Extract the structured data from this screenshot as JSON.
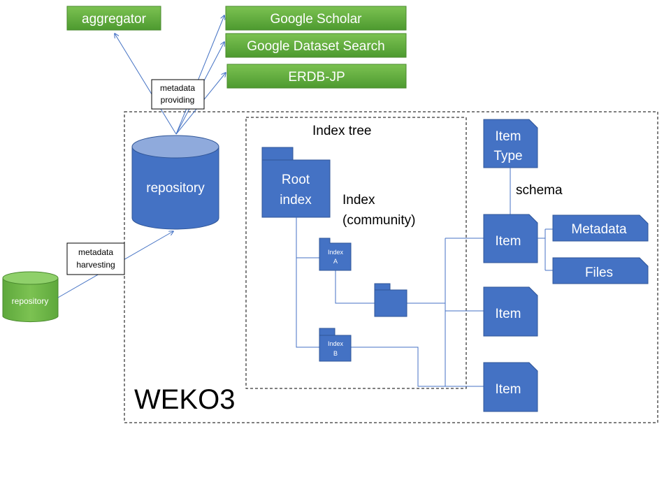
{
  "targets": {
    "aggregator": "aggregator",
    "google_scholar": "Google Scholar",
    "google_dataset_search": "Google Dataset Search",
    "erdb_jp": "ERDB-JP"
  },
  "labels": {
    "metadata_providing_1": "metadata",
    "metadata_providing_2": "providing",
    "metadata_harvesting_1": "metadata",
    "metadata_harvesting_2": "harvesting"
  },
  "repositories": {
    "main": "repository",
    "external": "repository"
  },
  "system": {
    "name": "WEKO3"
  },
  "index_tree": {
    "title": "Index tree",
    "root_line1": "Root",
    "root_line2": "index",
    "community_line1": "Index",
    "community_line2": "(community)",
    "index_a_line1": "Index",
    "index_a_line2": "A",
    "index_b_line1": "Index",
    "index_b_line2": "B"
  },
  "items": {
    "item_type_line1": "Item",
    "item_type_line2": "Type",
    "schema": "schema",
    "item_1": "Item",
    "item_2": "Item",
    "item_3": "Item",
    "metadata": "Metadata",
    "files": "Files"
  },
  "colors": {
    "green": "#5aa33a",
    "green_border": "#4a8a2e",
    "blue": "#4472c4",
    "blue_border": "#2f5597",
    "line_blue": "#4472c4",
    "black": "#000000"
  }
}
